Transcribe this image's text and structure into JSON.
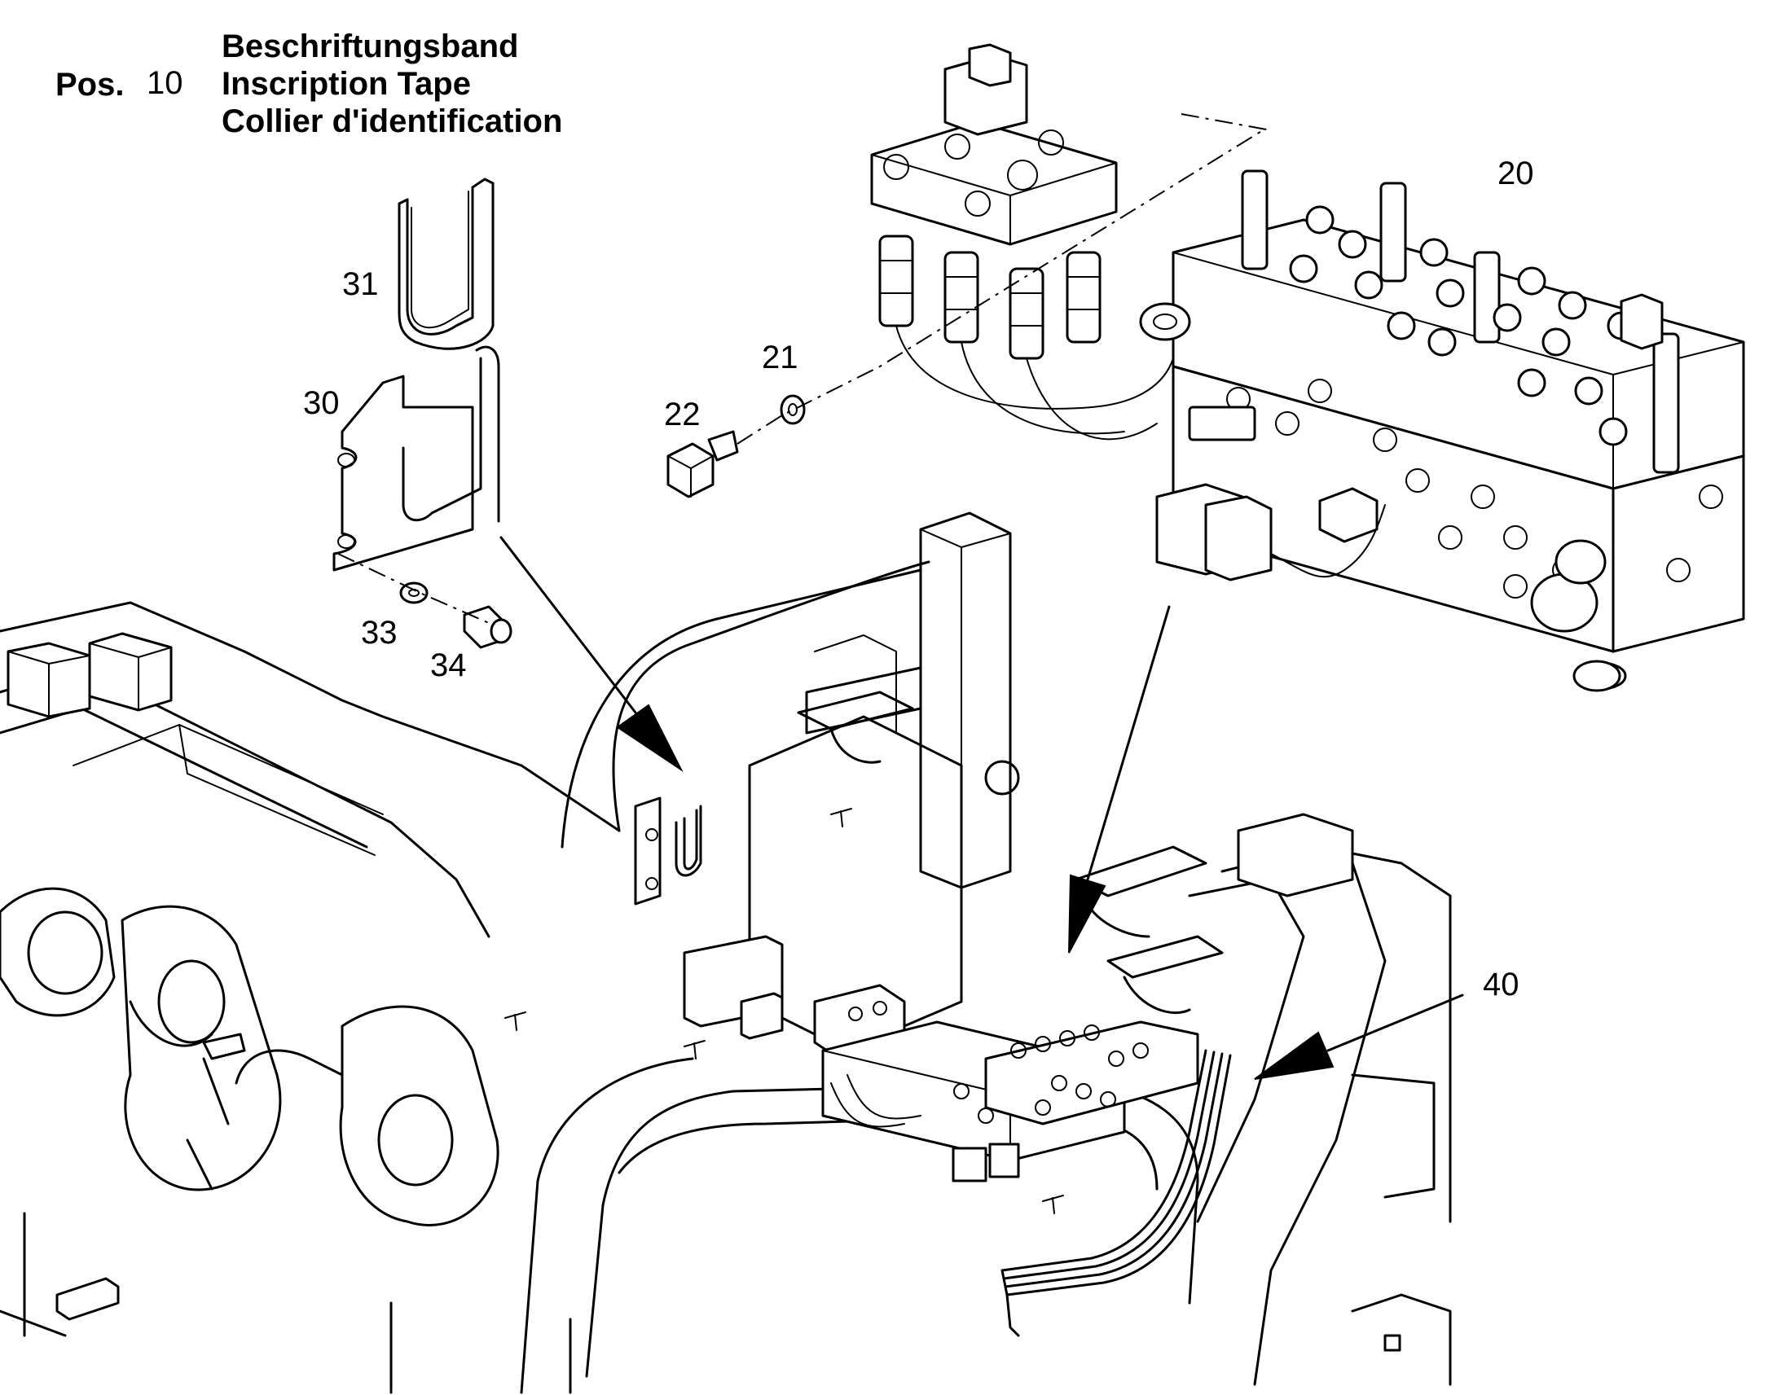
{
  "header": {
    "pos_label": "Pos.",
    "pos_number": "10",
    "title_de": "Beschriftungsband",
    "title_en": "Inscription Tape",
    "title_fr": "Collier d'identification"
  },
  "callouts": {
    "c20": "20",
    "c21": "21",
    "c22": "22",
    "c30": "30",
    "c31": "31",
    "c33": "33",
    "c34": "34",
    "c40": "40"
  }
}
